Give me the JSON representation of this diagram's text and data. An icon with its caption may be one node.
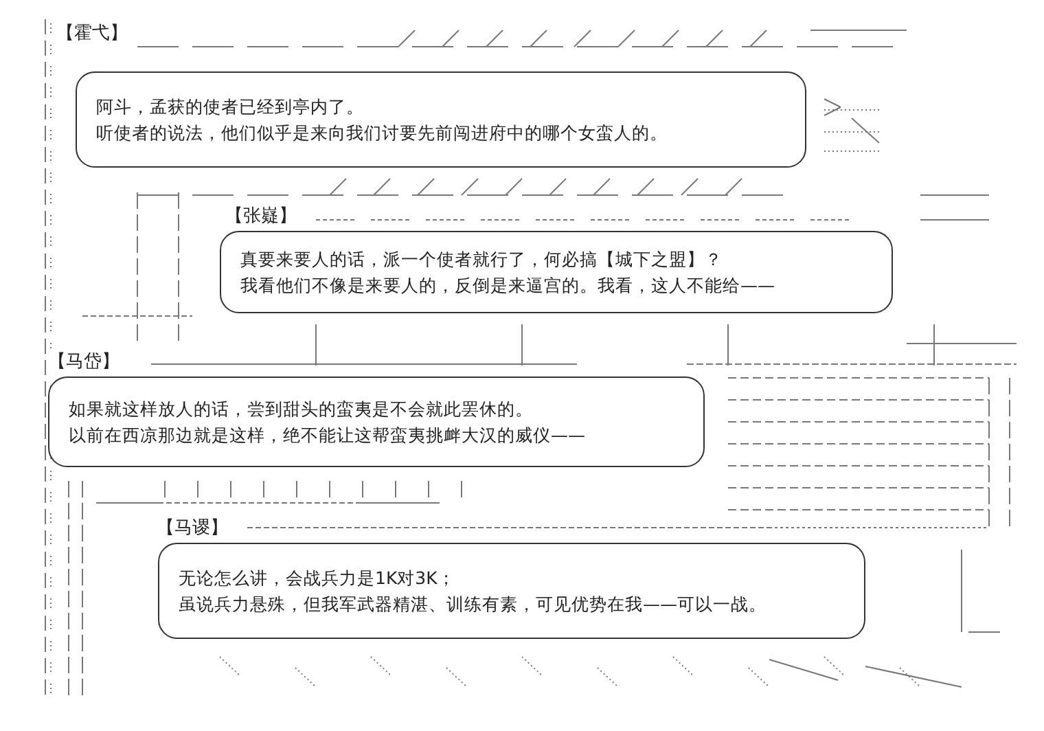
{
  "diagram": {
    "nodes": [
      {
        "text": [
          "阿斗，孟获的使者已经到亭内了。",
          "听使者的说法，他们似乎是来向我们讨要先前闯进府中的哪个女蛮人的。"
        ],
        "beside": [
          "【霍弋】"
        ]
      },
      {
        "text": [
          "真要来要人的话，派一个使者就行了，何必搞【城下之盟】？",
          "我看他们不像是来要人的，反倒是来逼宫的。我看，这人不能给——"
        ],
        "beside": [
          "【张嶷】"
        ]
      },
      {
        "text": [
          "如果就这样放人的话，尝到甜头的蛮夷是不会就此罢休的。",
          "以前在西凉那边就是这样，绝不能让这帮蛮夷挑衅大汉的威仪——"
        ],
        "beside": [
          "【马岱】"
        ]
      },
      {
        "text": [
          "无论怎么讲，会战兵力是1K对3K；",
          "虽说兵力悬殊，但我军武器精湛、训练有素，可见优势在我——可以一战。"
        ],
        "beside": [
          "【马谡】"
        ]
      }
    ]
  }
}
